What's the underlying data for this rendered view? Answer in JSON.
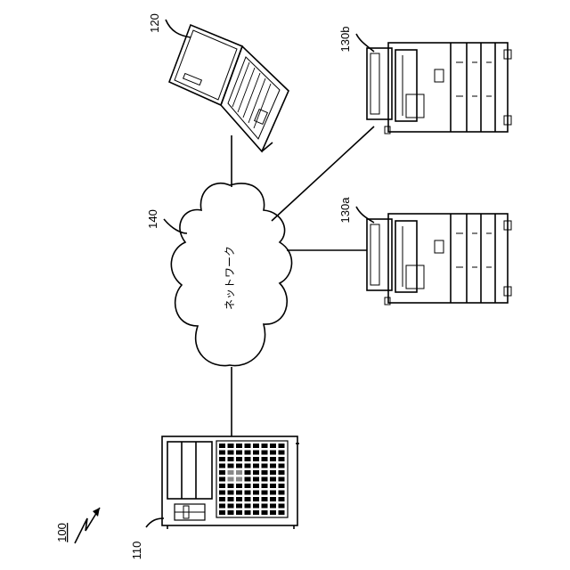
{
  "figure": {
    "labels": {
      "system": "100",
      "server": "110",
      "laptop": "120",
      "mfp_a": "130a",
      "mfp_b": "130b",
      "network_ref": "140",
      "network_text": "ネットワーク"
    },
    "nodes": [
      {
        "id": "server",
        "icon": "server-icon"
      },
      {
        "id": "laptop",
        "icon": "laptop-icon"
      },
      {
        "id": "mfp_a",
        "icon": "printer-icon"
      },
      {
        "id": "mfp_b",
        "icon": "printer-icon"
      },
      {
        "id": "network",
        "icon": "cloud-icon"
      }
    ],
    "connections": [
      {
        "from": "network",
        "to": "server"
      },
      {
        "from": "network",
        "to": "laptop"
      },
      {
        "from": "network",
        "to": "mfp_a"
      },
      {
        "from": "network",
        "to": "mfp_b"
      }
    ]
  }
}
